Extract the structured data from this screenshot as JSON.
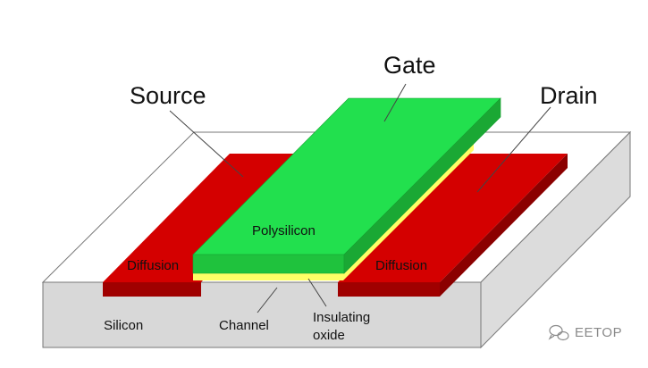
{
  "labels": {
    "gate": "Gate",
    "source": "Source",
    "drain": "Drain",
    "polysilicon": "Polysilicon",
    "diffusion_left": "Diffusion",
    "diffusion_right": "Diffusion",
    "silicon": "Silicon",
    "channel": "Channel",
    "insulating_line1": "Insulating",
    "insulating_line2": "oxide"
  },
  "watermark": {
    "text": "EETOP",
    "icon": "wechat-icon"
  },
  "colors": {
    "substrate_top": "#ffffff",
    "substrate_front": "#d8d8d8",
    "substrate_side": "#dcdcdc",
    "diffusion_top": "#d40000",
    "diffusion_front": "#a00000",
    "diffusion_side": "#8b0000",
    "gate_top": "#22e04e",
    "gate_front": "#1fc23d",
    "gate_side": "#1aa834",
    "oxide": "#ffff66",
    "outline": "#777777",
    "leader": "#444444",
    "text": "#111111",
    "watermark": "#8a8a8a"
  }
}
